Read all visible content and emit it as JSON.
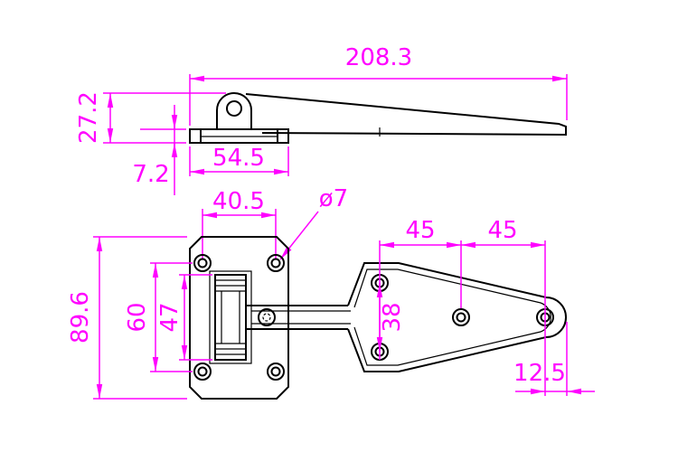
{
  "drawing": {
    "title": "hinge-technical-drawing",
    "colors": {
      "dimension": "#FF00FF",
      "outline": "#000000",
      "background": "#FFFFFF"
    },
    "side_view": {
      "overall_length": "208.3",
      "total_height": "27.2",
      "leaf_thickness": "7.2",
      "plate_length": "54.5"
    },
    "plan_view": {
      "hole_pitch_horizontal": "40.5",
      "hole_diameter": "ø7",
      "strap_pitch_1": "45",
      "strap_pitch_2": "45",
      "plate_width": "89.6",
      "hole_pitch_vertical": "60",
      "barrel_length": "47",
      "strap_hole_pitch": "38",
      "tip_edge_distance": "12.5"
    }
  }
}
